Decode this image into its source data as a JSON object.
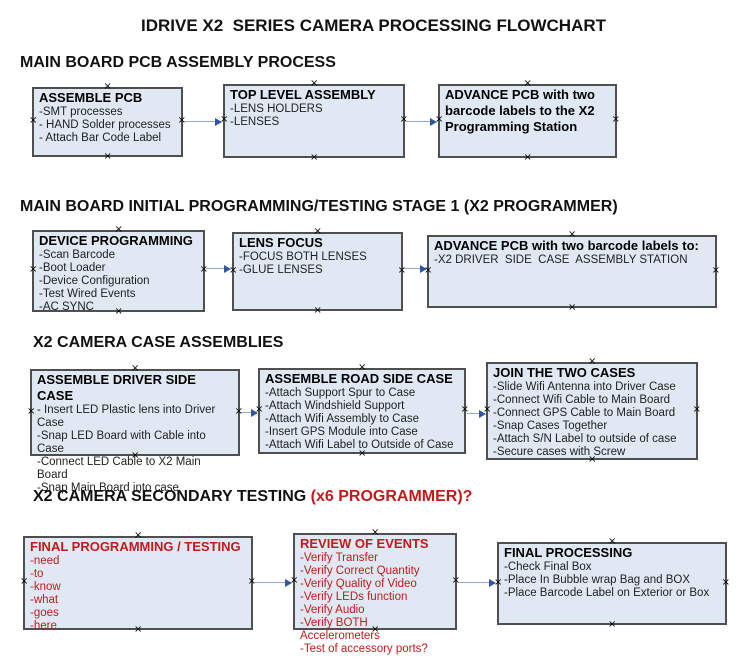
{
  "title": "IDRIVE X2  SERIES CAMERA PROCESSING FLOWCHART",
  "colors": {
    "box_fill": "#dfe8f3",
    "box_border": "#4f4f4f",
    "red_text": "#c41a1a",
    "arrow_shaft": "#93a9c7",
    "arrow_head": "#2f55a4"
  },
  "sections": [
    {
      "heading": "MAIN BOARD PCB ASSEMBLY PROCESS",
      "boxes": [
        {
          "title": "ASSEMBLE PCB",
          "items": [
            "-SMT processes",
            "- HAND Solder processes",
            "- Attach Bar Code Label"
          ]
        },
        {
          "title": "TOP LEVEL ASSEMBLY",
          "items": [
            "-LENS HOLDERS",
            "-LENSES"
          ]
        },
        {
          "title": "ADVANCE PCB with two barcode labels to the X2 Programming Station",
          "items": []
        }
      ]
    },
    {
      "heading": "MAIN BOARD INITIAL PROGRAMMING/TESTING STAGE 1 (X2 PROGRAMMER)",
      "boxes": [
        {
          "title": "DEVICE PROGRAMMING",
          "items": [
            "-Scan Barcode",
            "-Boot Loader",
            "-Device Configuration",
            "-Test Wired Events",
            "-AC SYNC"
          ]
        },
        {
          "title": "LENS FOCUS",
          "items": [
            "-FOCUS BOTH LENSES",
            "-GLUE LENSES"
          ]
        },
        {
          "title": "ADVANCE PCB with two barcode labels to:",
          "items": [
            "-X2 DRIVER  SIDE  CASE  ASSEMBLY STATION"
          ]
        }
      ]
    },
    {
      "heading": "X2 CAMERA CASE ASSEMBLIES",
      "boxes": [
        {
          "title": "ASSEMBLE DRIVER SIDE CASE",
          "items": [
            "- Insert LED Plastic lens into Driver Case",
            "-Snap LED Board with Cable into Case",
            "-Connect LED Cable to X2 Main Board",
            "-Snap Main Board into case"
          ]
        },
        {
          "title": "ASSEMBLE ROAD SIDE CASE",
          "items": [
            "-Attach Support Spur to Case",
            "-Attach Windshield Support",
            "-Attach Wifi Assembly to Case",
            "-Insert GPS Module into Case",
            "-Attach Wifi Label to Outside of Case"
          ]
        },
        {
          "title": "JOIN THE TWO CASES",
          "items": [
            "-Slide Wifi Antenna into Driver Case",
            "-Connect Wifi Cable to Main Board",
            "-Connect GPS Cable to Main Board",
            "-Snap Cases Together",
            "-Attach S/N Label to outside of case",
            "-Secure cases with Screw"
          ]
        }
      ]
    },
    {
      "heading": "X2 CAMERA SECONDARY TESTING  ",
      "heading_red": "(x6 PROGRAMMER)?",
      "boxes": [
        {
          "title": "FINAL PROGRAMMING / TESTING",
          "items": [
            "-need",
            "-to",
            "-know",
            "-what",
            "-goes",
            "-here"
          ]
        },
        {
          "title": "REVIEW OF EVENTS",
          "items": [
            "-Verify Transfer",
            "-Verify Correct Quantity",
            "-Verify Quality of Video",
            "-Verify LEDs function",
            "-Verify Audio",
            "-Verify BOTH Accelerometers",
            "-Test of accessory ports?"
          ]
        },
        {
          "title": "FINAL PROCESSING",
          "items": [
            "-Check Final Box",
            "-Place In Bubble wrap Bag and BOX",
            "-Place Barcode Label on Exterior or Box"
          ]
        }
      ]
    }
  ]
}
